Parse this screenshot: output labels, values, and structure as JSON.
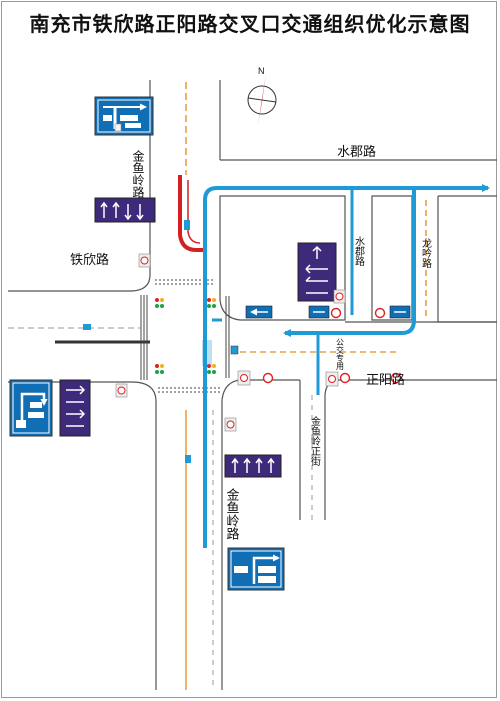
{
  "title": "南充市铁欣路正阳路交叉口交通组织优化示意图",
  "compass": {
    "label": "N"
  },
  "roads": {
    "shuijun_lu": "水郡路",
    "tiexin_lu": "铁欣路",
    "jinyuling_lu_north": "金鱼岭路",
    "jinyuling_lu_south": "金鱼岭路",
    "shuijun_lu_vertical": "水郡路",
    "longyin_lu": "龙吟路",
    "zhengyang_lu": "正阳路",
    "jinyuling_zhengjie": "金鱼岭正街",
    "bus_lane": "公交专用"
  },
  "colors": {
    "flow_arrow": "#1e9ad6",
    "sign_blue": "#0f6eb4",
    "sign_purple": "#3d2a7a",
    "curb": "#555555",
    "lane_orange": "#e8a048",
    "median_red": "#d42020",
    "no_entry_red": "#e02020"
  }
}
